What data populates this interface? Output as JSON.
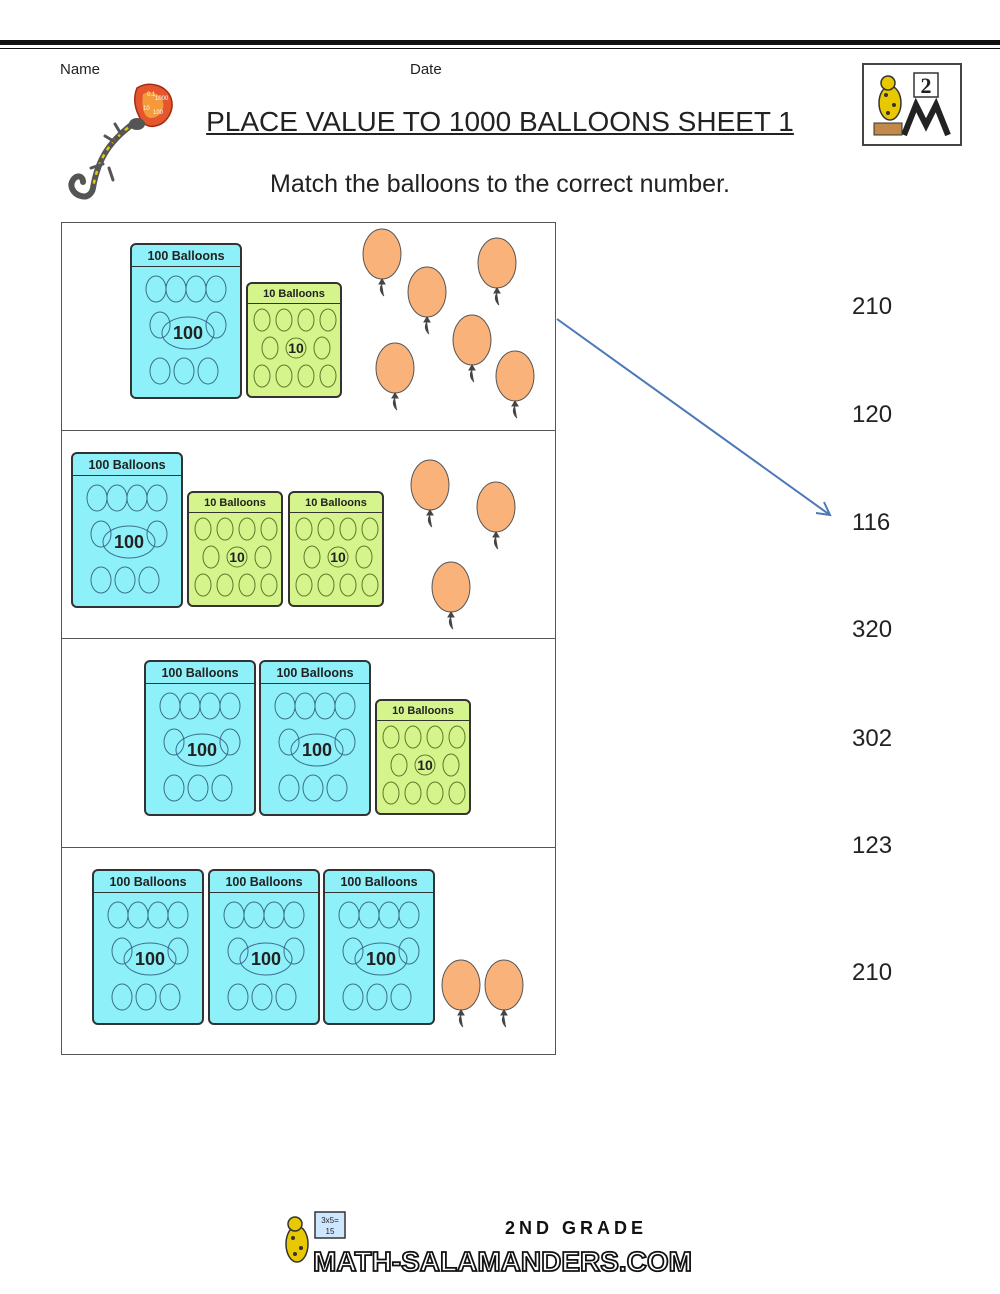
{
  "header": {
    "name_label": "Name",
    "date_label": "Date",
    "title": "PLACE VALUE TO 1000 BALLOONS SHEET 1",
    "instruction": "Match the balloons to the correct number.",
    "grade_badge": "2",
    "mascot_flame_numbers": [
      "0.1",
      "1000",
      "10",
      "100"
    ]
  },
  "packs": {
    "hundred_label": "100 Balloons",
    "hundred_value": "100",
    "ten_label": "10 Balloons",
    "ten_value": "10"
  },
  "answers": [
    "210",
    "120",
    "116",
    "320",
    "302",
    "123",
    "210"
  ],
  "example_arrow": {
    "from_row": 1,
    "to_answer": "116"
  },
  "footer": {
    "grade": "2ND GRADE",
    "site": "MATH-SALAMANDERS.COM",
    "board_text": [
      "3x5=",
      "15"
    ]
  },
  "colors": {
    "hundred_pack": "#8ef0f8",
    "ten_pack": "#d6f48c",
    "balloon": "#f8b27a",
    "arrow": "#4a78b8"
  }
}
